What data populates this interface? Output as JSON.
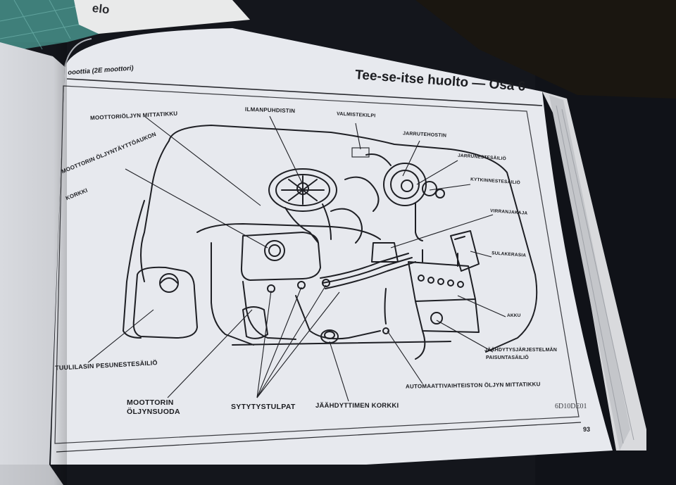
{
  "book_spine_text": "elo",
  "page": {
    "section_header": "ooottia (2E moottori)",
    "title": "Tee-se-itse huolto — Osa 6",
    "code": "6D10DE01",
    "page_number": "93"
  },
  "labels": {
    "dipstick": "MOOTTORIÖLJYN MITTATIKKU",
    "air_filter": "ILMANPUHDISTIN",
    "plate": "VALMISTEKILPI",
    "brake_booster": "JARRUTEHOSTIN",
    "brake_reservoir": "JARRUNESTESÄILIÖ",
    "clutch_reservoir": "KYTKINNESTESÄILIÖ",
    "oil_cap_line1": "MOOTTORIN ÖLJYNTÄYTTÖAUKON",
    "oil_cap_line2": "KORKKI",
    "power_dist": "VIRRANJAKAJA",
    "fuse_box": "SULAKERASIA",
    "battery": "AKKU",
    "washer": "TUULILASIN PESUNESTESÄILIÖ",
    "expansion_line1": "JÄÄHDYTYSJÄRJESTELMÄN",
    "expansion_line2": "PAISUNTASÄILIÖ",
    "atf_dipstick": "AUTOMAATTIVAIHTEISTON ÖLJYN MITTATIKKU",
    "oil_filter_line1": "MOOTTORIN",
    "oil_filter_line2": "ÖLJYNSUODA",
    "spark_plugs": "SYTYTYSTULPAT",
    "radiator_cap": "JÄÄHDYTTIMEN KORKKI"
  }
}
